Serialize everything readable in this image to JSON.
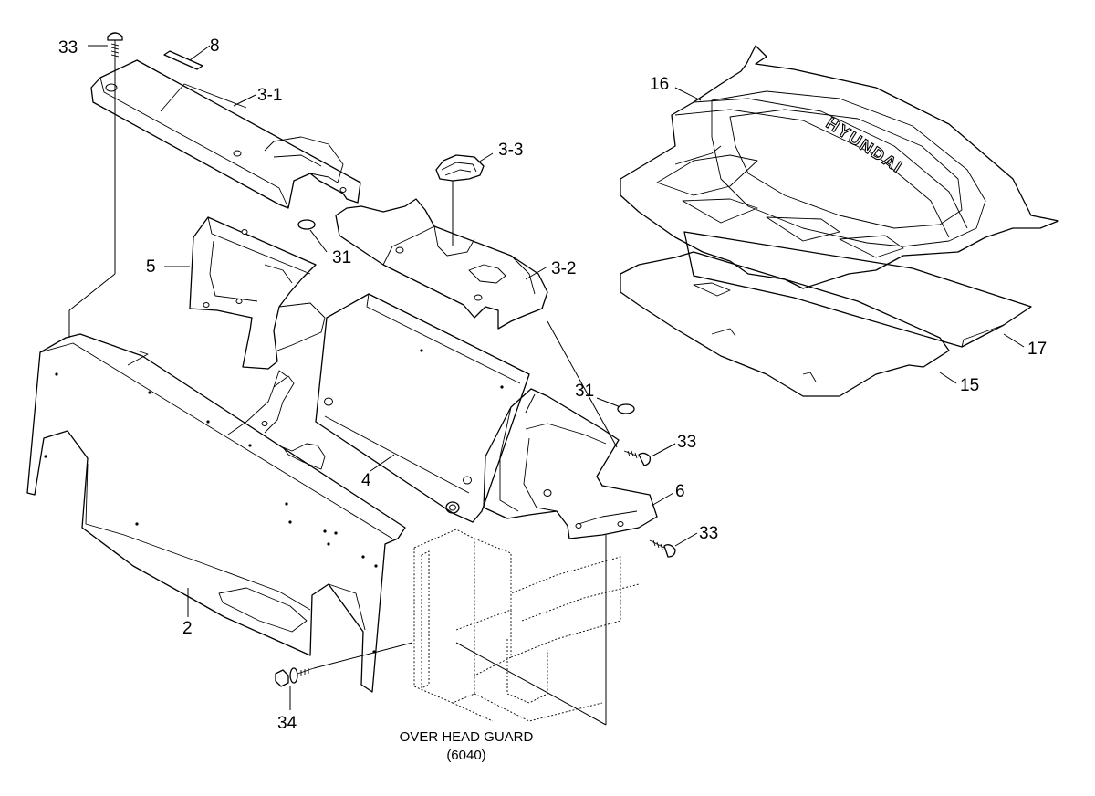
{
  "callouts": {
    "c33a": "33",
    "c8": "8",
    "c31": "3-1",
    "c33_3": "3-3",
    "c5": "5",
    "c31b": "31",
    "c32": "3-2",
    "c16": "16",
    "c17": "17",
    "c15": "15",
    "c31c": "31",
    "c33b": "33",
    "c4": "4",
    "c6": "6",
    "c33c": "33",
    "c2": "2",
    "c34": "34"
  },
  "note": {
    "line1": "OVER HEAD GUARD",
    "line2": "(6040)"
  },
  "logo_text": "HYUNDAI"
}
